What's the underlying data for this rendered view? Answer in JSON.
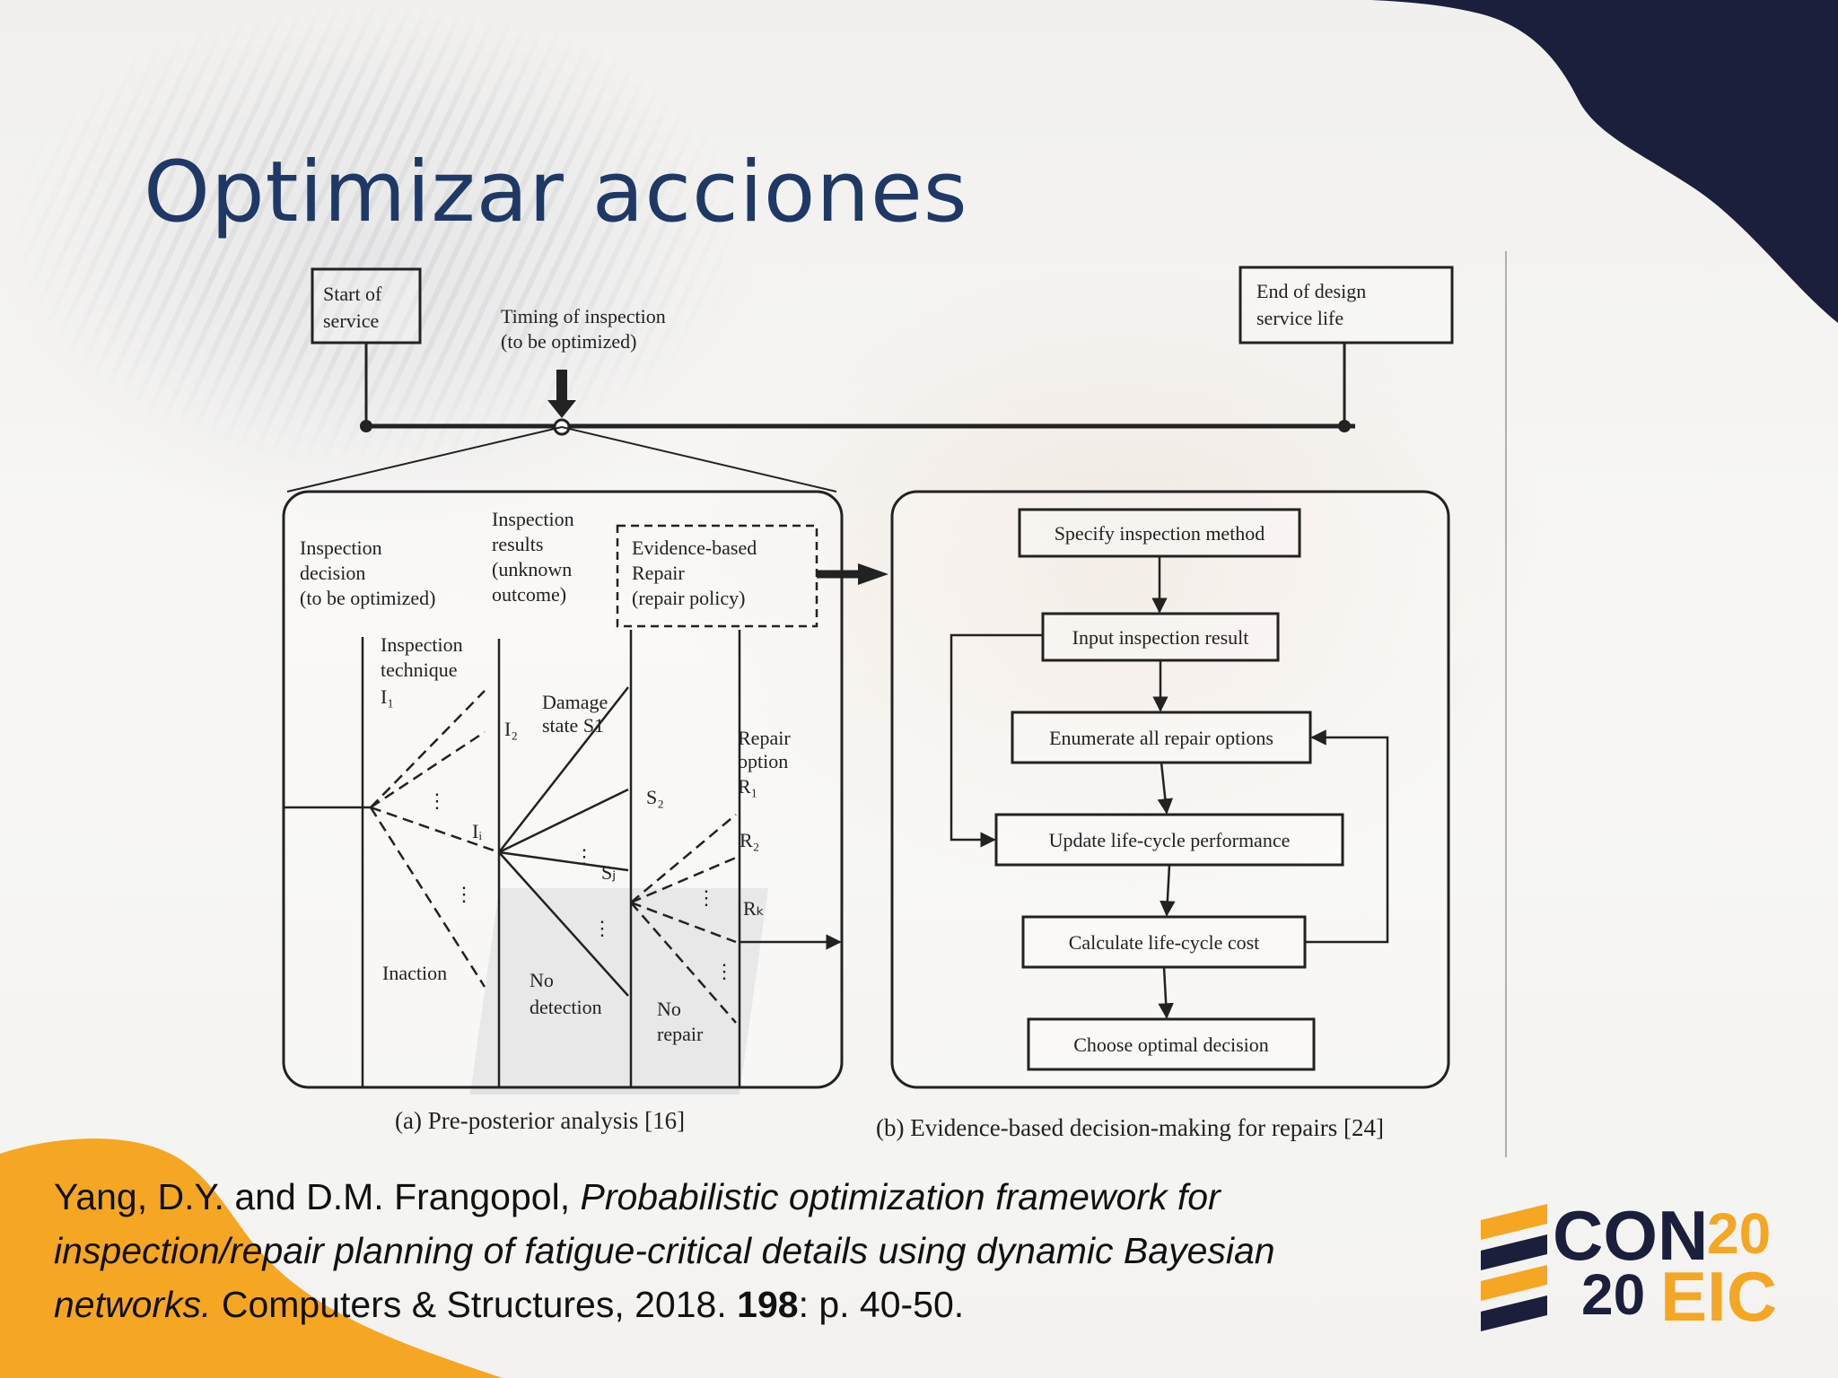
{
  "slide": {
    "title": "Optimizar acciones",
    "colors": {
      "title": "#1f3864",
      "navy": "#1b1f3b",
      "orange": "#f5a623"
    }
  },
  "figure": {
    "top": {
      "start_box": [
        "Start of",
        "service"
      ],
      "timing": [
        "Timing of inspection",
        "(to be optimized)"
      ],
      "end_box": [
        "End of design",
        "service life"
      ]
    },
    "left_panel": {
      "col1_header": [
        "Inspection",
        "decision",
        "(to be optimized)"
      ],
      "col2_header": [
        "Inspection",
        "results",
        "(unknown",
        "outcome)"
      ],
      "col3_header": [
        "Evidence-based",
        "Repair",
        "(repair policy)"
      ],
      "technique_label": [
        "Inspection",
        "technique",
        "I₁"
      ],
      "i2": "I₂",
      "damage_label": [
        "Damage",
        "state S1"
      ],
      "ii": "Iᵢ",
      "s2": "S₂",
      "sj": "Sⱼ",
      "repair_label": [
        "Repair",
        "option",
        "R₁"
      ],
      "r2": "R₂",
      "rk": "Rₖ",
      "inaction": "Inaction",
      "no_detection": [
        "No",
        "detection"
      ],
      "no_repair": [
        "No",
        "repair"
      ],
      "dots": "⋮"
    },
    "right_panel": {
      "steps": [
        "Specify inspection method",
        "Input inspection result",
        "Enumerate all repair options",
        "Update life-cycle performance",
        "Calculate life-cycle cost",
        "Choose optimal decision"
      ]
    },
    "captions": {
      "left": "(a) Pre-posterior analysis [16]",
      "right": "(b) Evidence-based decision-making for repairs [24]"
    }
  },
  "citation": {
    "authors": "Yang, D.Y. and D.M. Frangopol,",
    "title": "Probabilistic optimization framework for inspection/repair planning of fatigue-critical details using dynamic Bayesian networks.",
    "journal": "Computers & Structures, 2018.",
    "volume": "198",
    "pages": ": p. 40-50."
  },
  "logo": {
    "con": "CON",
    "eic": "EIC",
    "year_a": "20",
    "year_b": "20"
  }
}
